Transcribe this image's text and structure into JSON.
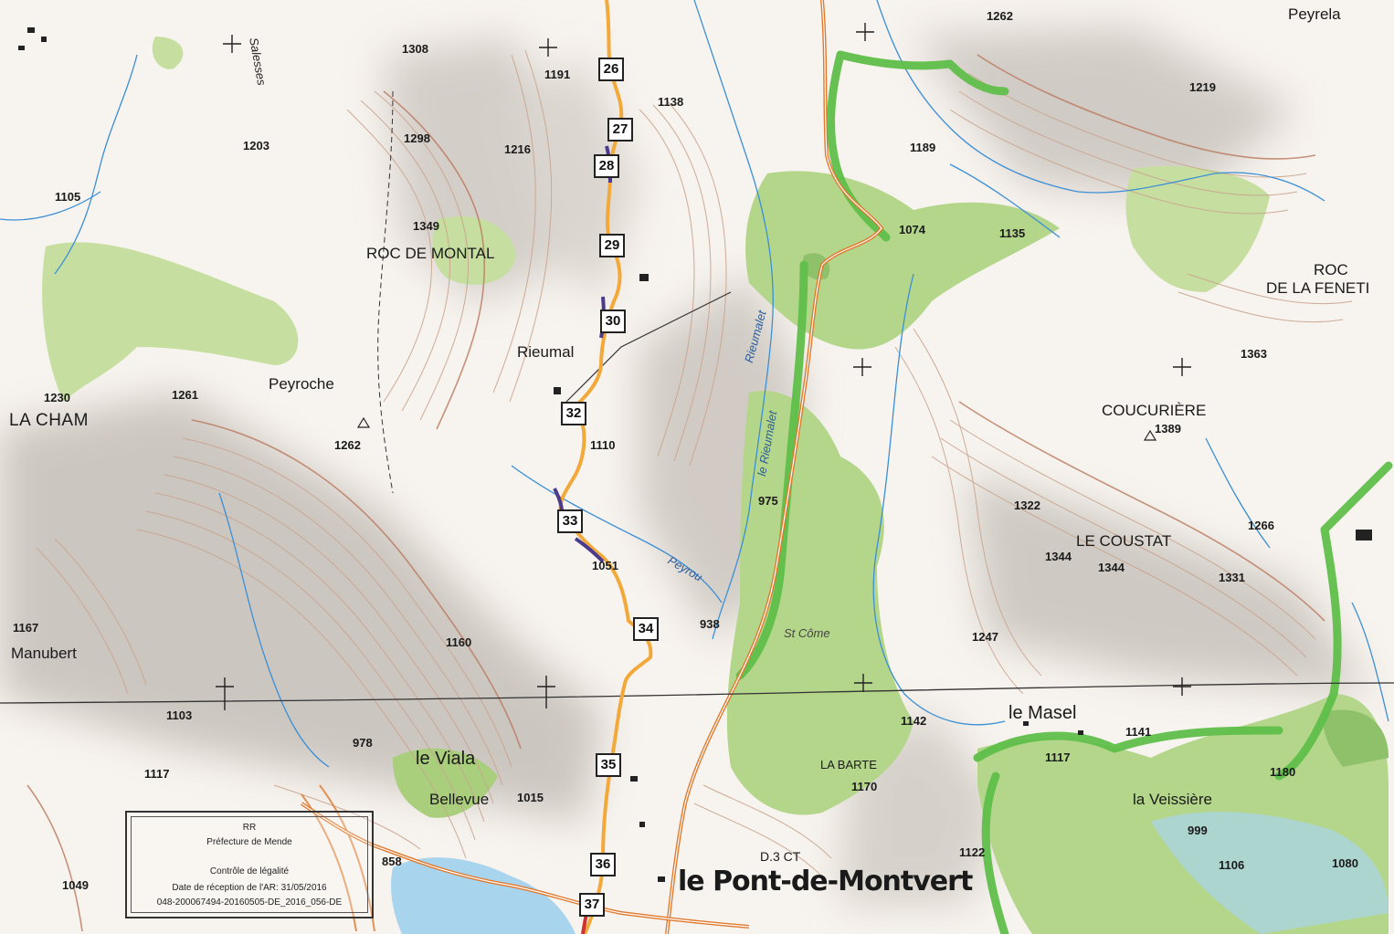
{
  "map": {
    "places": {
      "peyrela": "Peyrela",
      "la_cham": "LA CHAM",
      "peyroche": "Peyroche",
      "roc_de_montal": "ROC DE MONTAL",
      "rieumal": "Rieumal",
      "roc_line1": "ROC",
      "roc_line2": "DE LA FENETI",
      "coucuriere": "COUCURIÈRE",
      "le_coustat": "LE COUSTAT",
      "manubert": "Manubert",
      "le_viala": "le Viala",
      "bellevue": "Bellevue",
      "le_masel": "le Masel",
      "la_barte": "LA BARTE",
      "la_veissiere": "la Veissière",
      "le_pont_de_montvert": "le Pont-de-Montvert",
      "st_come": "St Côme",
      "d3ct": "D.3 CT"
    },
    "rivers": {
      "rieumalet_1": "Rieumalet",
      "rieumalet_2": "le Rieumalet",
      "peyrou": "Peyrou",
      "salesses": "Salesses"
    },
    "altitudes": [
      "1262",
      "1308",
      "1191",
      "1138",
      "1219",
      "1298",
      "1216",
      "1189",
      "1203",
      "1105",
      "1349",
      "1074",
      "1135",
      "1363",
      "1230",
      "1261",
      "1262",
      "1389",
      "1110",
      "975",
      "1322",
      "1266",
      "1344",
      "1344",
      "1331",
      "1051",
      "938",
      "1247",
      "1167",
      "1160",
      "1103",
      "1142",
      "1141",
      "978",
      "1117",
      "1117",
      "1180",
      "1170",
      "1015",
      "999",
      "858",
      "1049",
      "1122",
      "1106",
      "1080"
    ],
    "route_markers": [
      "26",
      "27",
      "28",
      "29",
      "30",
      "32",
      "33",
      "34",
      "35",
      "36",
      "37"
    ],
    "stamp": {
      "line1": "RR",
      "line2": "Préfecture de Mende",
      "line3": "Contrôle de légalité",
      "line4": "Date de réception de l'AR: 31/05/2016",
      "line5": "048-200067494-20160505-DE_2016_056-DE"
    },
    "colors": {
      "paper": "#f7f3ee",
      "forest": "#c6dfa0",
      "forest_dark": "#8fc06a",
      "contour": "#c9a48e",
      "contour_strong": "#b9785c",
      "relief_shadow": "#bfb8b3",
      "route": "#f2a93a",
      "road_orange": "#e07a2e",
      "boundary_green": "#5fbf4a",
      "stream": "#3a8fd6",
      "lake": "#a9d4ee"
    }
  }
}
